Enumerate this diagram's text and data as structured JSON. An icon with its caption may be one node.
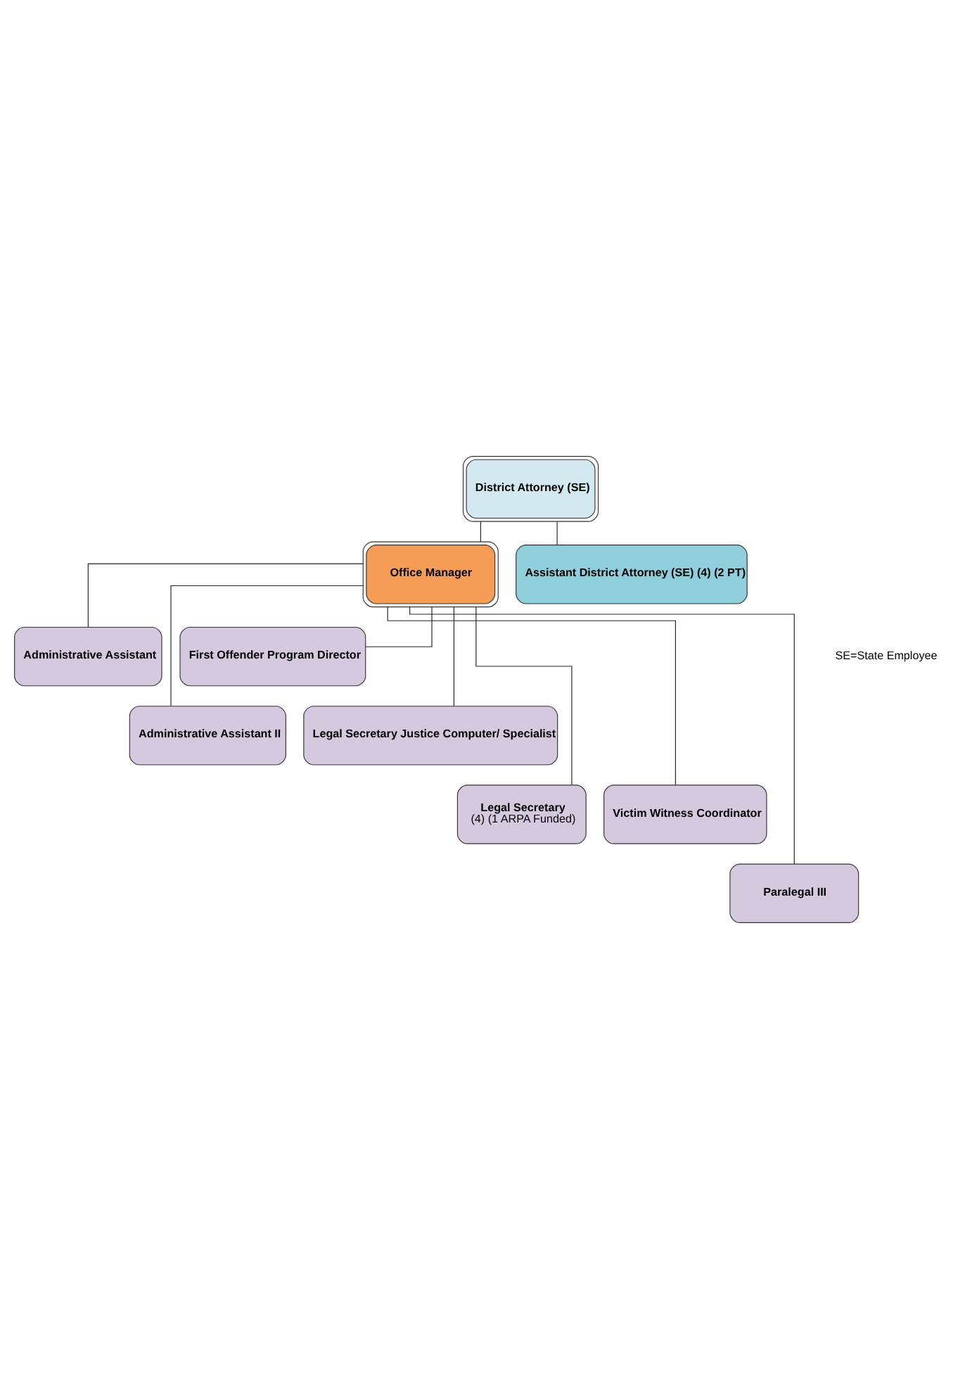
{
  "diagram": {
    "nodes": [
      {
        "text": [
          "District Attorney (SE)"
        ]
      },
      {
        "text": [
          "Office Manager"
        ]
      },
      {
        "text": [
          "Assistant District Attorney (SE) (4) (2 PT)"
        ]
      },
      {
        "text": [
          "Administrative Assistant"
        ]
      },
      {
        "text": [
          "First Offender Program Director"
        ]
      },
      {
        "text": [
          "Administrative Assistant II"
        ]
      },
      {
        "text": [
          "Legal Secretary Justice Computer/ Specialist"
        ]
      },
      {
        "text": [
          "Legal Secretary",
          "(4) (1 ARPA Funded)"
        ]
      },
      {
        "text": [
          "Victim Witness Coordinator"
        ]
      },
      {
        "text": [
          "Paralegal III"
        ]
      }
    ],
    "edges": [
      {
        "from": 0,
        "to": 1,
        "arrow": "none"
      },
      {
        "from": 0,
        "to": 2,
        "arrow": "none"
      },
      {
        "from": 1,
        "to": 3,
        "arrow": "none"
      },
      {
        "from": 1,
        "to": 4,
        "arrow": "none"
      },
      {
        "from": 1,
        "to": 5,
        "arrow": "none"
      },
      {
        "from": 1,
        "to": 6,
        "arrow": "none"
      },
      {
        "from": 1,
        "to": 7,
        "arrow": "none"
      },
      {
        "from": 1,
        "to": 8,
        "arrow": "none"
      },
      {
        "from": 1,
        "to": 9,
        "arrow": "none"
      }
    ],
    "labels": [
      "SE=State Employee"
    ]
  }
}
